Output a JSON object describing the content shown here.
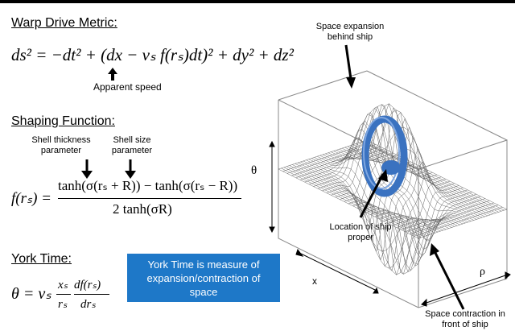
{
  "metric": {
    "heading": "Warp Drive Metric:",
    "equation": "ds² = −dt² + (dx − vₛ f(rₛ)dt)² + dy² + dz²",
    "apparent_speed_label": "Apparent speed"
  },
  "shaping": {
    "heading": "Shaping Function:",
    "shell_thickness_label": "Shell thickness parameter",
    "shell_size_label": "Shell size parameter",
    "lhs": "f(rₛ) =",
    "numerator": "tanh(σ(rₛ + R)) − tanh(σ(rₛ − R))",
    "denominator": "2 tanh(σR)"
  },
  "york": {
    "heading": "York Time:",
    "lhs": "θ = vₛ",
    "frac1_num": "xₛ",
    "frac1_den": "rₛ",
    "frac2_num": "df(rₛ)",
    "frac2_den": "drₛ",
    "box_text": "York Time is measure of expansion/contraction of space"
  },
  "plot": {
    "expansion_label": "Space expansion behind ship",
    "ship_label": "Location of ship proper",
    "contraction_label": "Space contraction in front of ship",
    "axis_theta": "θ",
    "axis_x": "x",
    "axis_rho": "ρ"
  },
  "colors": {
    "york_box": "#1e78c8",
    "ship": "#3a72c0"
  }
}
